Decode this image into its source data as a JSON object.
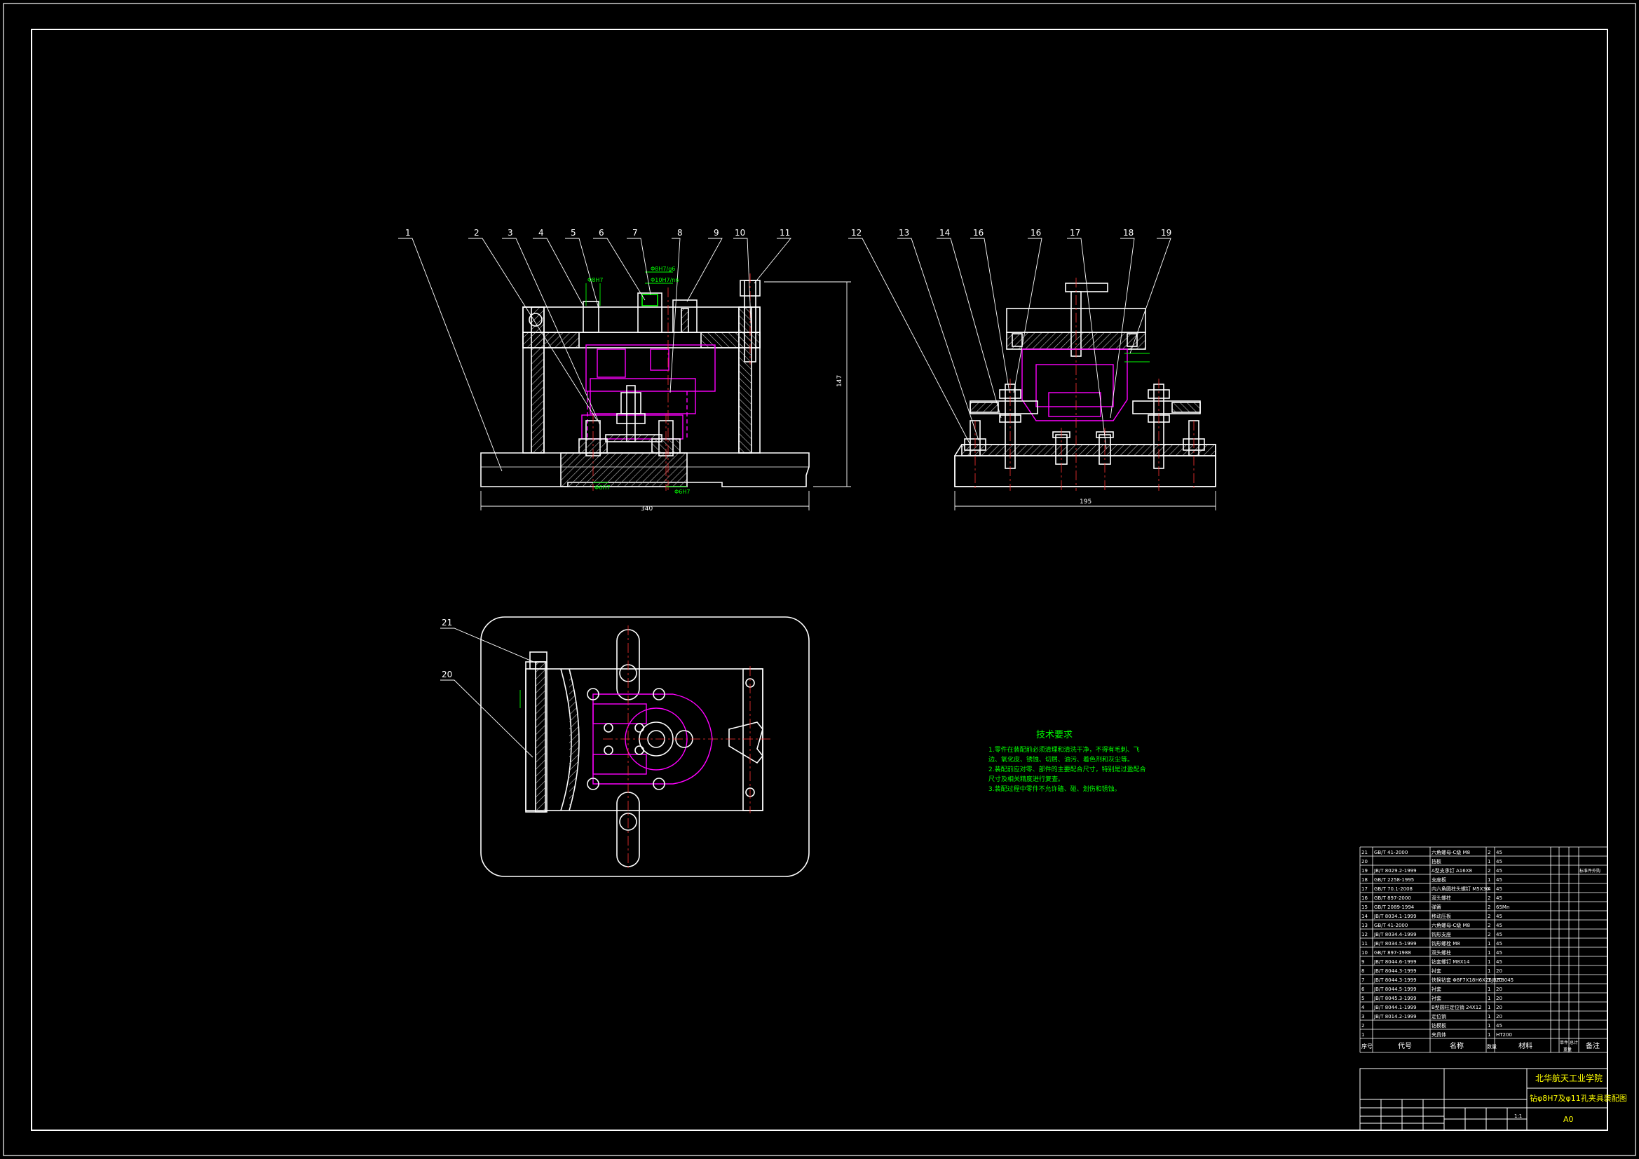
{
  "sheet": {
    "background": "#000000",
    "line_color": "#ffffff",
    "text_color": "#00ff00",
    "accent_color": "#ff00ff",
    "hatch_color": "#c8c8c8"
  },
  "front_view": {
    "balloons": [
      "1",
      "2",
      "3",
      "4",
      "5",
      "6",
      "7",
      "8",
      "9",
      "10",
      "11"
    ],
    "overall_width": "340",
    "overall_height": "147",
    "fit_labels": [
      "Φ8H7",
      "Φ8H7/g6",
      "Φ10H7/n6",
      "Φ6H7",
      "Φ6H7"
    ]
  },
  "side_view": {
    "balloons": [
      "12",
      "13",
      "14",
      "16",
      "16",
      "17",
      "18",
      "19"
    ],
    "overall_width": "195"
  },
  "top_view": {
    "balloons": [
      "21",
      "20"
    ]
  },
  "technical_requirements": {
    "title": "技术要求",
    "lines": [
      "1.零件在装配前必须清理和清洗干净，不得有毛刺、飞",
      "边、氧化皮、锈蚀、切屑、油污、着色剂和灰尘等。",
      "2.装配前应对零、部件的主要配合尺寸，特别是过盈配合",
      "尺寸及相关精度进行复查。",
      "3.装配过程中零件不允许磕、碰、划伤和锈蚀。"
    ]
  },
  "parts_list": {
    "rows": [
      {
        "no": "21",
        "code": "GB/T 41-2000",
        "name": "六角螺母-C级 M8",
        "qty": "2",
        "material": "45"
      },
      {
        "no": "20",
        "code": "",
        "name": "挡板",
        "qty": "1",
        "material": "45"
      },
      {
        "no": "19",
        "code": "JB/T 8029.2-1999",
        "name": "A型支承钉 A16X8",
        "qty": "2",
        "material": "45"
      },
      {
        "no": "18",
        "code": "GB/T 2258-1995",
        "name": "支座板",
        "qty": "1",
        "material": "45"
      },
      {
        "no": "17",
        "code": "GB/T 70.1-2008",
        "name": "内六角圆柱头螺钉 M5X30",
        "qty": "4",
        "material": "45"
      },
      {
        "no": "16",
        "code": "GB/T 897-2000",
        "name": "双头螺柱",
        "qty": "2",
        "material": "45"
      },
      {
        "no": "15",
        "code": "GB/T 2089-1994",
        "name": "弹簧",
        "qty": "2",
        "material": "65Mn"
      },
      {
        "no": "14",
        "code": "JB/T 8034.1-1999",
        "name": "移动压板",
        "qty": "2",
        "material": "45"
      },
      {
        "no": "13",
        "code": "GB/T 41-2000",
        "name": "六角螺母-C级 M8",
        "qty": "2",
        "material": "45"
      },
      {
        "no": "12",
        "code": "JB/T 8034.4-1999",
        "name": "钩形支座",
        "qty": "2",
        "material": "45"
      },
      {
        "no": "11",
        "code": "JB/T 8034.5-1999",
        "name": "钩形螺栓 M8",
        "qty": "1",
        "material": "45"
      },
      {
        "no": "10",
        "code": "GB/T 897-1988",
        "name": "双头螺柱",
        "qty": "1",
        "material": "45"
      },
      {
        "no": "9",
        "code": "JB/T 8044.6-1999",
        "name": "钻套螺钉 M8X14",
        "qty": "1",
        "material": "45"
      },
      {
        "no": "8",
        "code": "JB/T 8044.3-1999",
        "name": "衬套",
        "qty": "1",
        "material": "20"
      },
      {
        "no": "7",
        "code": "JB/T 8044.3-1999",
        "name": "快换钻套 Φ8F7X18H6X26JB/T8045",
        "qty": "1",
        "material": "20"
      },
      {
        "no": "6",
        "code": "JB/T 8044.5-1999",
        "name": "衬套",
        "qty": "1",
        "material": "20"
      },
      {
        "no": "5",
        "code": "JB/T 8045.3-1999",
        "name": "衬套",
        "qty": "1",
        "material": "20"
      },
      {
        "no": "4",
        "code": "JB/T 8044.1-1999",
        "name": "B型圆柱定位销 24X12",
        "qty": "1",
        "material": "20"
      },
      {
        "no": "3",
        "code": "JB/T 8014.2-1999",
        "name": "定位销",
        "qty": "1",
        "material": "20"
      },
      {
        "no": "2",
        "code": "",
        "name": "钻模板",
        "qty": "1",
        "material": "45"
      },
      {
        "no": "1",
        "code": "",
        "name": "夹具体",
        "qty": "1",
        "material": "HT200"
      }
    ],
    "header": {
      "no": "序号",
      "code": "代号",
      "name": "名称",
      "qty": "数量",
      "material": "材料",
      "unit_weight": "单件",
      "total_weight": "总计",
      "weight": "重量",
      "remark": "备注"
    },
    "remark_note": "标准件外购"
  },
  "title_block": {
    "school": "北华航天工业学院",
    "drawing_title": "钻φ8H7及φ11孔夹具装配图",
    "sheet_size": "A0",
    "scale": "1:1"
  }
}
